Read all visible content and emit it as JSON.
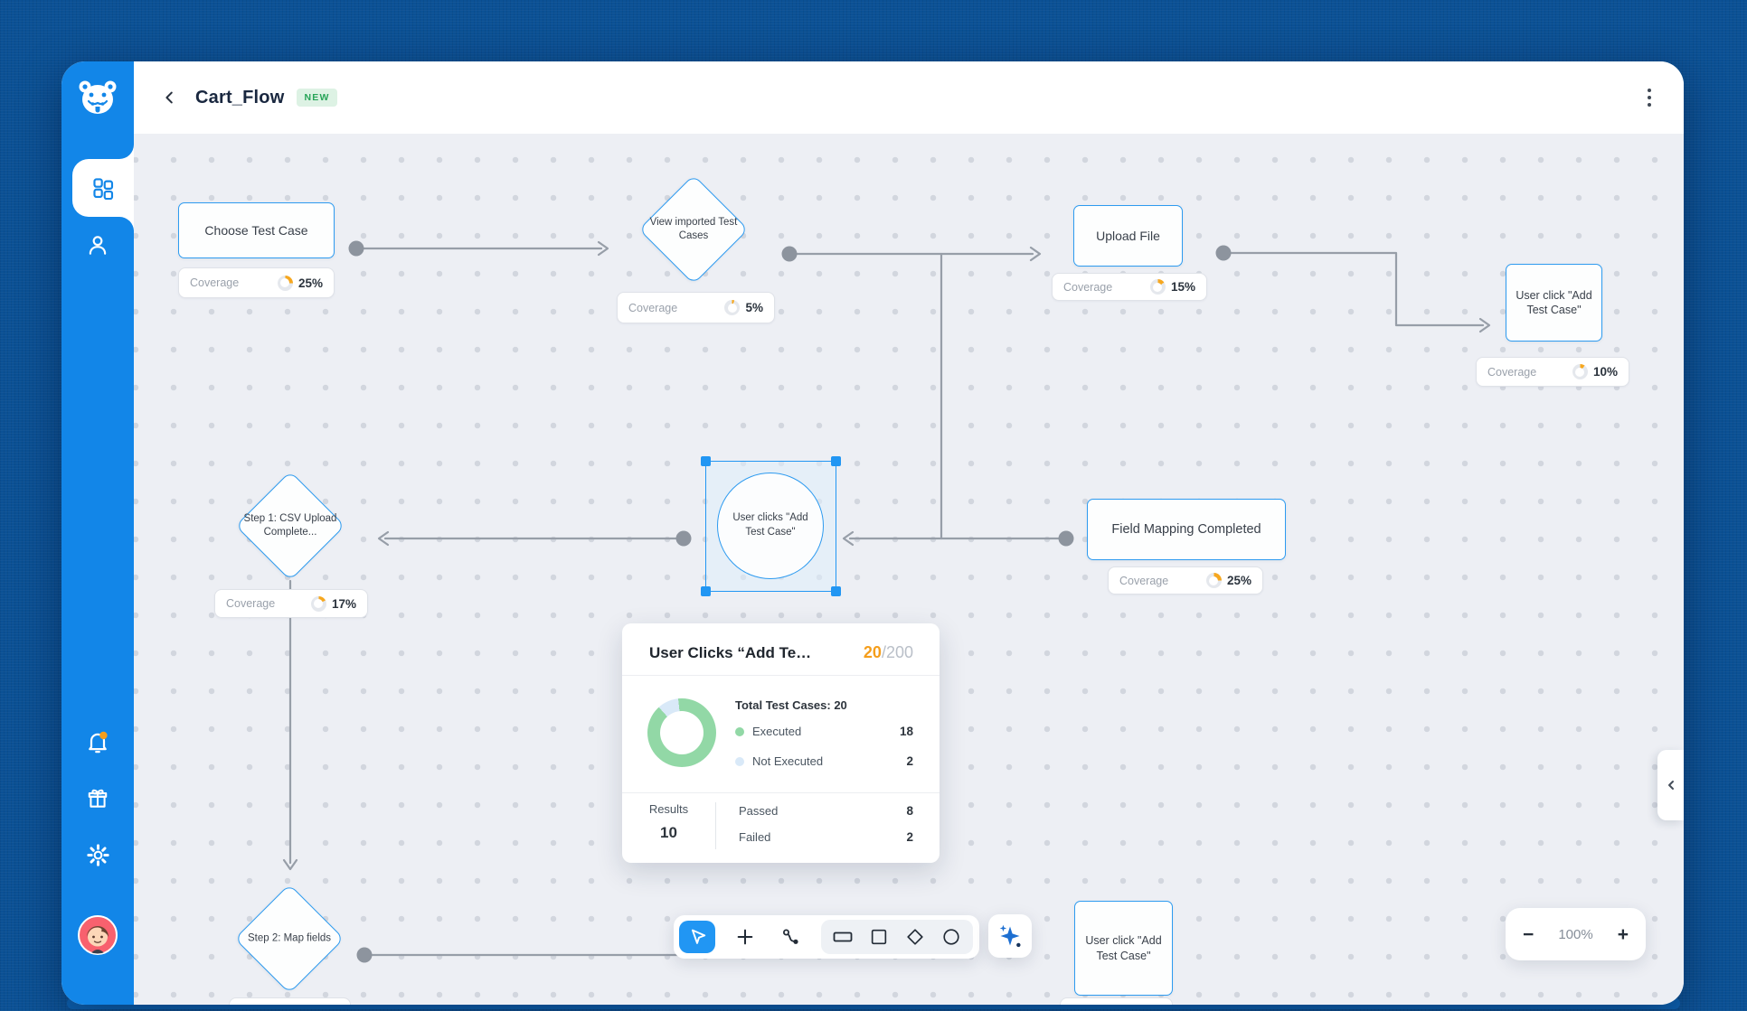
{
  "header": {
    "title": "Cart_Flow",
    "badge": "NEW"
  },
  "canvas": {
    "coverage_label": "Coverage",
    "nodes": [
      {
        "id": "choose-test-case",
        "shape": "rect",
        "label": "Choose Test Case",
        "coverage_text": "25%",
        "coverage_pct": 25
      },
      {
        "id": "view-imported",
        "shape": "diamond",
        "label": "View imported Test Cases",
        "coverage_text": "5%",
        "coverage_pct": 5
      },
      {
        "id": "upload-file",
        "shape": "rect",
        "label": "Upload File",
        "coverage_text": "15%",
        "coverage_pct": 15
      },
      {
        "id": "user-click-right",
        "shape": "rect",
        "label": "User click \"Add Test Case\"",
        "coverage_text": "10%",
        "coverage_pct": 10
      },
      {
        "id": "step1-csv",
        "shape": "diamond",
        "label": "Step 1: CSV Upload Complete...",
        "coverage_text": "17%",
        "coverage_pct": 17
      },
      {
        "id": "user-clicks-circle",
        "shape": "circle",
        "label": "User clicks \"Add Test Case\"",
        "selected": true
      },
      {
        "id": "field-mapping",
        "shape": "rect",
        "label": "Field Mapping Completed",
        "coverage_text": "25%",
        "coverage_pct": 25
      },
      {
        "id": "step2-map",
        "shape": "diamond",
        "label": "Step 2: Map fields"
      },
      {
        "id": "user-click-bottom",
        "shape": "rect",
        "label": "User click \"Add Test Case\""
      }
    ]
  },
  "popup": {
    "title": "User Clicks “Add Te…",
    "score_current": "20",
    "score_total": "/200",
    "summary_title": "Total Test Cases: 20",
    "legend": [
      {
        "label": "Executed",
        "value": "18"
      },
      {
        "label": "Not Executed",
        "value": "2"
      }
    ],
    "donut": {
      "values": [
        18,
        2
      ],
      "colors": [
        "#92d8a6",
        "#d9e9f8"
      ]
    },
    "results_label": "Results",
    "results_value": "10",
    "outcomes": [
      {
        "label": "Passed",
        "value": "8"
      },
      {
        "label": "Failed",
        "value": "2"
      }
    ]
  },
  "toolbar": {
    "tools": [
      "select",
      "add-node",
      "connector",
      "shape-rectangle",
      "shape-square",
      "shape-diamond",
      "shape-circle"
    ],
    "active_tool": "select",
    "ai_button": "ai-assistant"
  },
  "zoom_controls": {
    "minus": "−",
    "level": "100%",
    "plus": "+"
  },
  "colors": {
    "sidebar": "#1286e8",
    "accent": "#2e9bf0",
    "arc": "#f6a71f",
    "arc_track": "#e5e8ed",
    "score_orange": "#f59e1b",
    "badge_green": "#27a458",
    "legend_green": "#92d8a6",
    "legend_blue": "#d9e9f8"
  }
}
